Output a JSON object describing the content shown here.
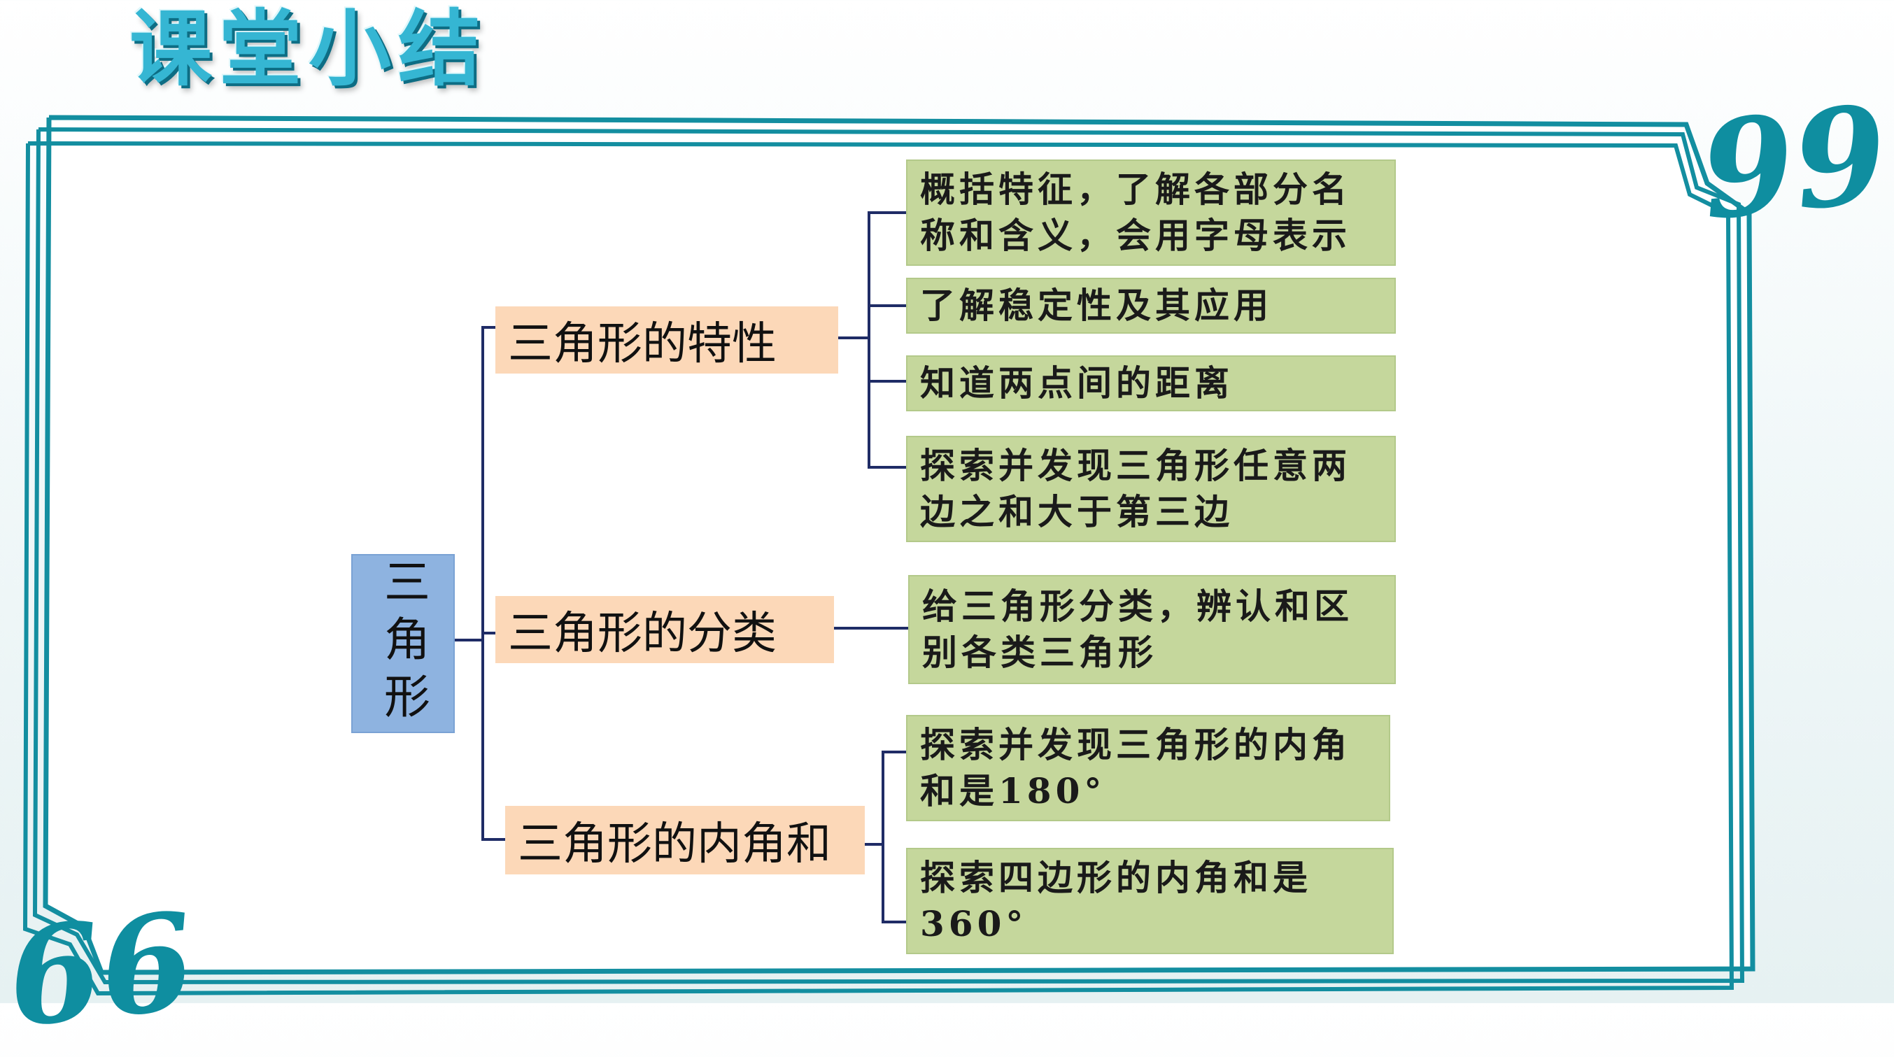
{
  "title": "课堂小结",
  "decor": {
    "open_quote": "66",
    "close_quote": "99",
    "accent_color": "#0f8ea0"
  },
  "diagram": {
    "root": "三角形",
    "branches": [
      {
        "label": "三角形的特性",
        "items": [
          "概括特征，了解各部分名称和含义，会用字母表示",
          "了解稳定性及其应用",
          "知道两点间的距离",
          "探索并发现三角形任意两边之和大于第三边"
        ]
      },
      {
        "label": "三角形的分类",
        "items": [
          "给三角形分类，辨认和区别各类三角形"
        ]
      },
      {
        "label": "三角形的内角和",
        "items": [
          "探索并发现三角形的内角和是180°",
          "探索四边形的内角和是360°"
        ]
      }
    ]
  }
}
